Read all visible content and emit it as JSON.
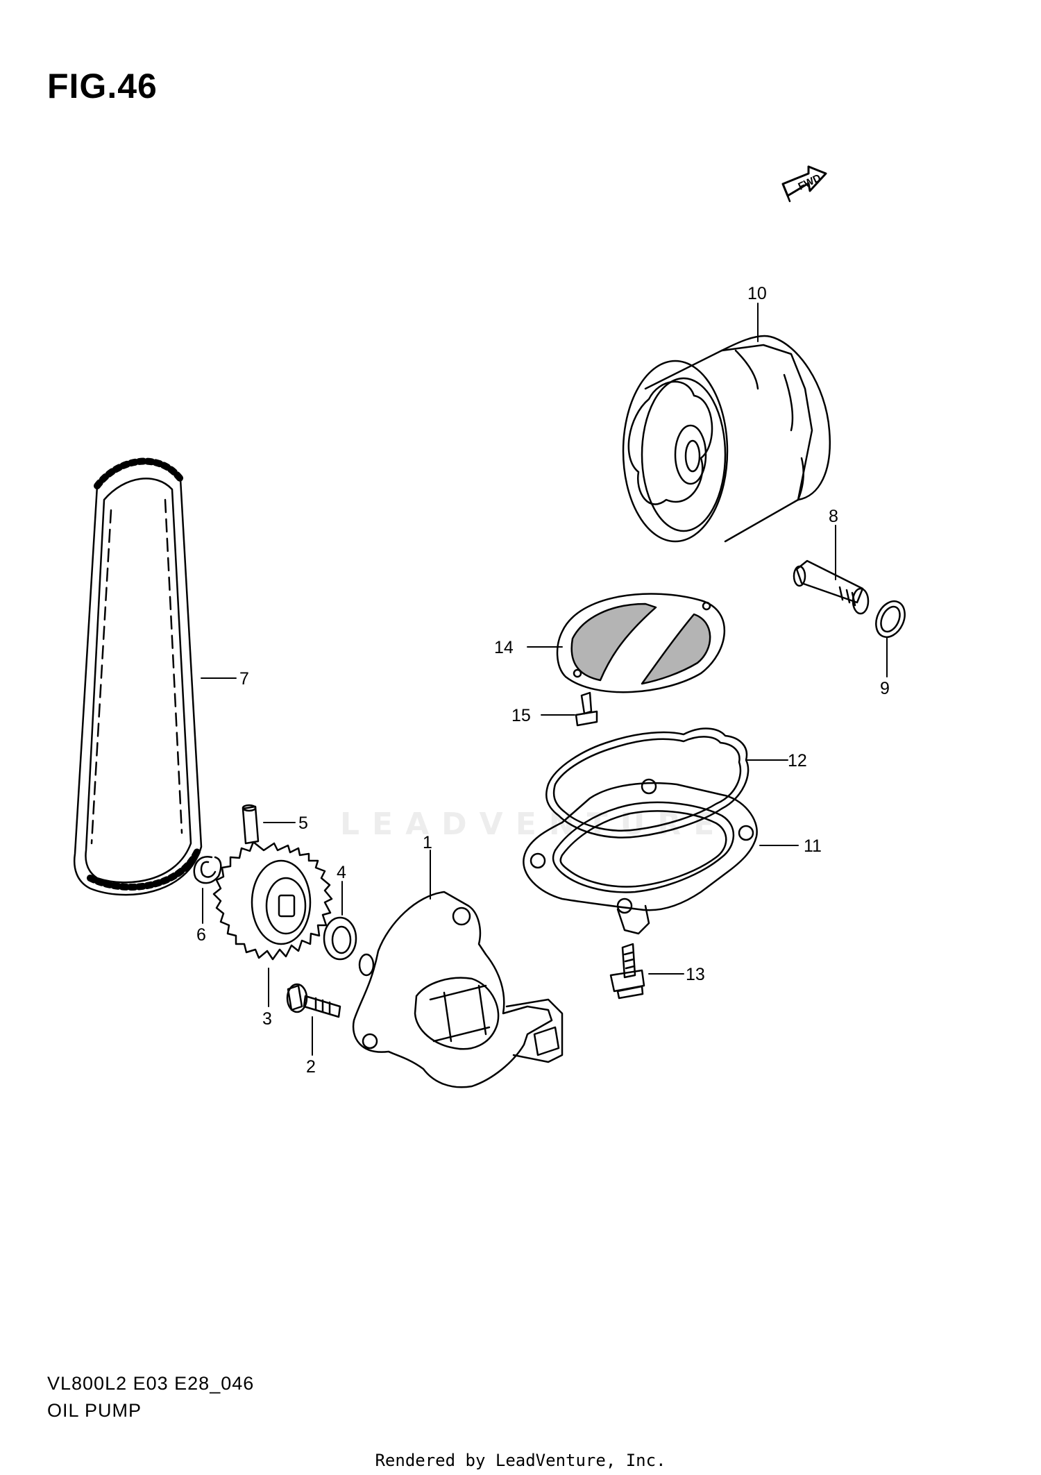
{
  "figure": {
    "title": "FIG.46"
  },
  "fwd_label": "FWD",
  "model_code": "VL800L2 E03 E28_046",
  "diagram_name": "OIL PUMP",
  "footer": "Rendered by LeadVenture, Inc.",
  "watermark": "LEADVENTURE",
  "callouts": [
    "1",
    "2",
    "3",
    "4",
    "5",
    "6",
    "7",
    "8",
    "9",
    "10",
    "11",
    "12",
    "13",
    "14",
    "15"
  ]
}
